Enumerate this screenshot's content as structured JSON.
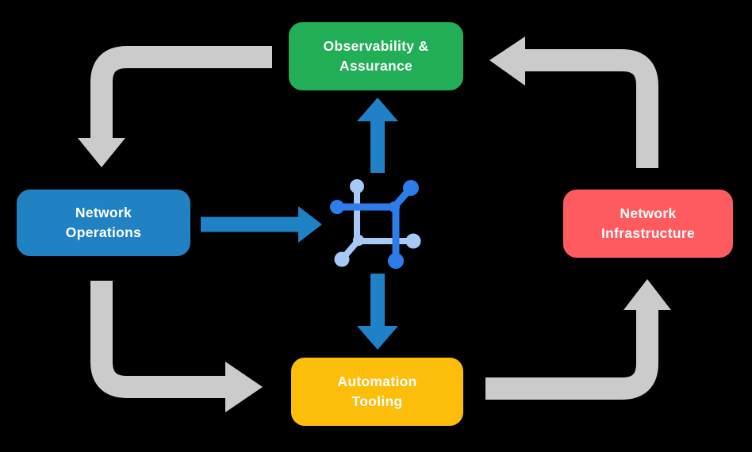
{
  "diagram": {
    "nodes": [
      {
        "id": "observability-assurance",
        "lines": [
          "Observability &",
          "Assurance"
        ],
        "color": "#22AD57"
      },
      {
        "id": "network-operations",
        "lines": [
          "Network",
          "Operations"
        ],
        "color": "#2182C3"
      },
      {
        "id": "network-infrastructure",
        "lines": [
          "Network",
          "Infrastructure"
        ],
        "color": "#FD5B5F"
      },
      {
        "id": "automation-tooling",
        "lines": [
          "Automation",
          "Tooling"
        ],
        "color": "#FDBD0B"
      }
    ],
    "center_icon": {
      "name": "network-mesh-icon"
    },
    "cycle_arrows": [
      {
        "from": "Observability & Assurance",
        "to": "Network Operations"
      },
      {
        "from": "Network Operations",
        "to": "Automation Tooling"
      },
      {
        "from": "Automation Tooling",
        "to": "Network Infrastructure"
      },
      {
        "from": "Network Infrastructure",
        "to": "Observability & Assurance"
      }
    ],
    "flow_arrows": [
      {
        "from": "Network Operations",
        "to": "center-icon"
      },
      {
        "from": "center-icon",
        "to": "Observability & Assurance"
      },
      {
        "from": "center-icon",
        "to": "Automation Tooling"
      }
    ],
    "colors": {
      "background": "#000000",
      "text": "#FFFFFF",
      "cycle_arrow": "#CBCBCB",
      "flow_arrow": "#1F81C6",
      "icon_dark": "#2C7CE9",
      "icon_light": "#A6C9F8"
    }
  }
}
